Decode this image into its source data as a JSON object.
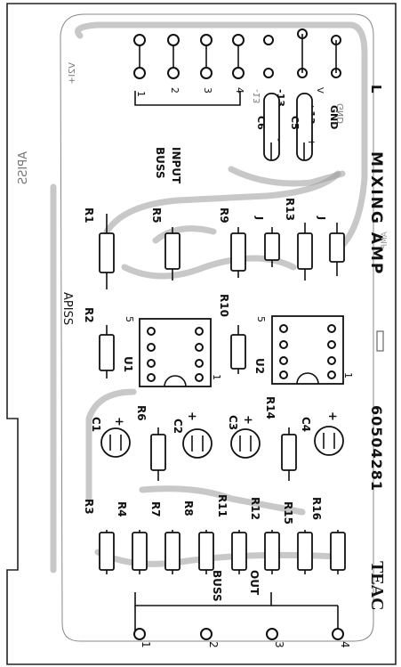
{
  "board": {
    "brand": "TEAC",
    "part_number": "60504281",
    "title": "MIXING AMP",
    "title_suffix": "L",
    "silk_code_main": "APISS",
    "silk_code_mirror": "APISS",
    "silk_mirror_top": "V2I+",
    "silk_mirror_right": "GND",
    "silk_mirror_ms": "ЗИG",
    "mirror_small": "AMP"
  },
  "buss_input": {
    "label_1": "BUSS",
    "label_2": "INPUT",
    "pins": [
      "1",
      "2",
      "3",
      "4"
    ]
  },
  "power": {
    "neg": "-13",
    "neg_unit": "V",
    "pos": "+13",
    "pos_unit": "V",
    "gnd": "GND",
    "mirror_neg": "-13",
    "caps": [
      "C6",
      "C5"
    ],
    "c6_sign": "-",
    "c5_sign": "+"
  },
  "resistors_top": [
    "R1",
    "R5",
    "R9",
    "R13"
  ],
  "jumpers": [
    "J",
    "J"
  ],
  "ic": {
    "u1": "U1",
    "u2": "U2",
    "pin5": "5",
    "pin1": "1"
  },
  "middle": {
    "r2": "R2",
    "r10": "R10",
    "r6": "R6",
    "r14": "R14"
  },
  "caps_mid": [
    {
      "name": "C1",
      "sign": "+"
    },
    {
      "name": "C2",
      "sign": "+"
    },
    {
      "name": "C3",
      "sign": "+"
    },
    {
      "name": "C4",
      "sign": "+"
    }
  ],
  "resistors_bottom": [
    "R3",
    "R4",
    "R7",
    "R8",
    "R11",
    "R12",
    "R15",
    "R16"
  ],
  "buss_out": {
    "label_1": "BUSS",
    "label_2": "OUT",
    "pins": [
      "1",
      "2",
      "3",
      "4"
    ]
  }
}
